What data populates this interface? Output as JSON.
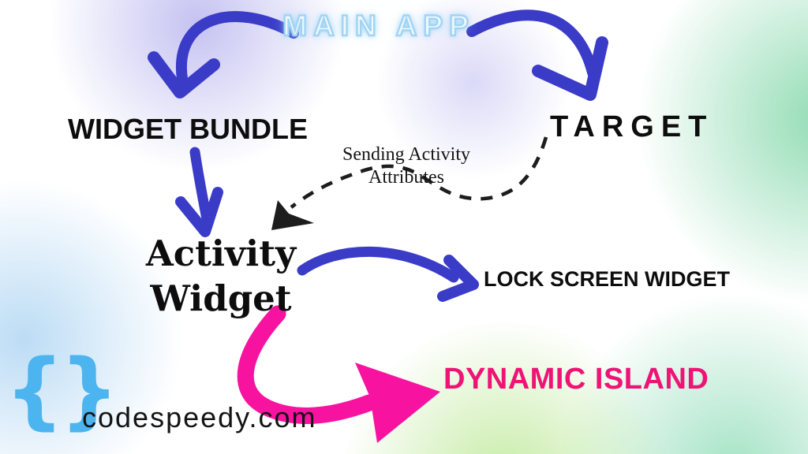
{
  "diagram": {
    "title_context": "Live Activity flow diagram",
    "nodes": {
      "main_app": {
        "label": "MAIN APP",
        "style": "neon-outline",
        "color": "#a2d4f3"
      },
      "widget_bundle": {
        "label": "WIDGET BUNDLE",
        "color": "#0d0d0d"
      },
      "target": {
        "label": "TARGET",
        "color": "#0d0d0d"
      },
      "activity_widget": {
        "line1": "Activity",
        "line2": "Widget",
        "color": "#0d0d0d"
      },
      "lock_screen_widget": {
        "label": "LOCK SCREEN WIDGET",
        "color": "#0d0d0d"
      },
      "dynamic_island": {
        "label": "DYNAMIC ISLAND",
        "color": "#ee1375"
      }
    },
    "edge_label": {
      "line1": "Sending Activity",
      "line2": "Attributes"
    },
    "edges": [
      {
        "from": "main_app",
        "to": "widget_bundle",
        "style": "solid",
        "color": "#3a3cc8"
      },
      {
        "from": "main_app",
        "to": "target",
        "style": "solid",
        "color": "#3a3cc8"
      },
      {
        "from": "widget_bundle",
        "to": "activity_widget",
        "style": "solid",
        "color": "#3a3cc8"
      },
      {
        "from": "target",
        "to": "activity_widget",
        "style": "dashed",
        "color": "#1d1d1d",
        "label": "Sending Activity Attributes"
      },
      {
        "from": "activity_widget",
        "to": "lock_screen_widget",
        "style": "solid",
        "color": "#3a3cc8"
      },
      {
        "from": "activity_widget",
        "to": "dynamic_island",
        "style": "solid",
        "color": "#f713a0"
      }
    ]
  },
  "watermark": {
    "braces": "{}",
    "site": "codespeedy.com",
    "brace_color": "#4cb4ef"
  },
  "colors": {
    "arrow_blue": "#3a3cc8",
    "arrow_pink": "#f713a0",
    "dynamic_island_text": "#ee1375",
    "neon_blue": "#a2d4f3",
    "blob_purple": "#9590e6",
    "blob_green": "#86d8ac",
    "blob_blue": "#b0d6f3",
    "blob_yellow_green": "#bbe894"
  }
}
